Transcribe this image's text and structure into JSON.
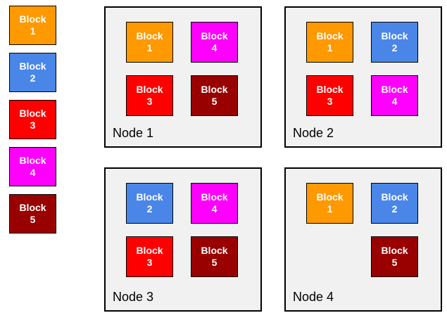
{
  "palette": {
    "page_background": "#FFFFFF",
    "node_background": "#F1F1F1",
    "outline": "#000000",
    "block_text": "#FFFFFF",
    "node_label_text": "#000000",
    "block_1": "#FF9900",
    "block_2": "#4A86E8",
    "block_3": "#FF0000",
    "block_4": "#FF00FF",
    "block_5": "#990000"
  },
  "legend": {
    "blocks": [
      {
        "label": "Block\n1",
        "color": "#FF9900"
      },
      {
        "label": "Block\n2",
        "color": "#4A86E8"
      },
      {
        "label": "Block\n3",
        "color": "#FF0000"
      },
      {
        "label": "Block\n4",
        "color": "#FF00FF"
      },
      {
        "label": "Block\n5",
        "color": "#990000"
      }
    ]
  },
  "nodes": [
    {
      "label": "Node 1",
      "blocks": [
        {
          "label": "Block\n1",
          "color": "#FF9900",
          "slot": "top-left"
        },
        {
          "label": "Block\n4",
          "color": "#FF00FF",
          "slot": "top-right"
        },
        {
          "label": "Block\n3",
          "color": "#FF0000",
          "slot": "bottom-left"
        },
        {
          "label": "Block\n5",
          "color": "#990000",
          "slot": "bottom-right"
        }
      ]
    },
    {
      "label": "Node 2",
      "blocks": [
        {
          "label": "Block\n1",
          "color": "#FF9900",
          "slot": "top-left"
        },
        {
          "label": "Block\n2",
          "color": "#4A86E8",
          "slot": "top-right"
        },
        {
          "label": "Block\n3",
          "color": "#FF0000",
          "slot": "bottom-left"
        },
        {
          "label": "Block\n4",
          "color": "#FF00FF",
          "slot": "bottom-right"
        }
      ]
    },
    {
      "label": "Node 3",
      "blocks": [
        {
          "label": "Block\n2",
          "color": "#4A86E8",
          "slot": "top-left"
        },
        {
          "label": "Block\n4",
          "color": "#FF00FF",
          "slot": "top-right"
        },
        {
          "label": "Block\n3",
          "color": "#FF0000",
          "slot": "bottom-left"
        },
        {
          "label": "Block\n5",
          "color": "#990000",
          "slot": "bottom-right"
        }
      ]
    },
    {
      "label": "Node 4",
      "blocks": [
        {
          "label": "Block\n1",
          "color": "#FF9900",
          "slot": "top-left"
        },
        {
          "label": "Block\n2",
          "color": "#4A86E8",
          "slot": "top-right"
        },
        {
          "label": "Block\n5",
          "color": "#990000",
          "slot": "bottom-right"
        }
      ]
    }
  ]
}
